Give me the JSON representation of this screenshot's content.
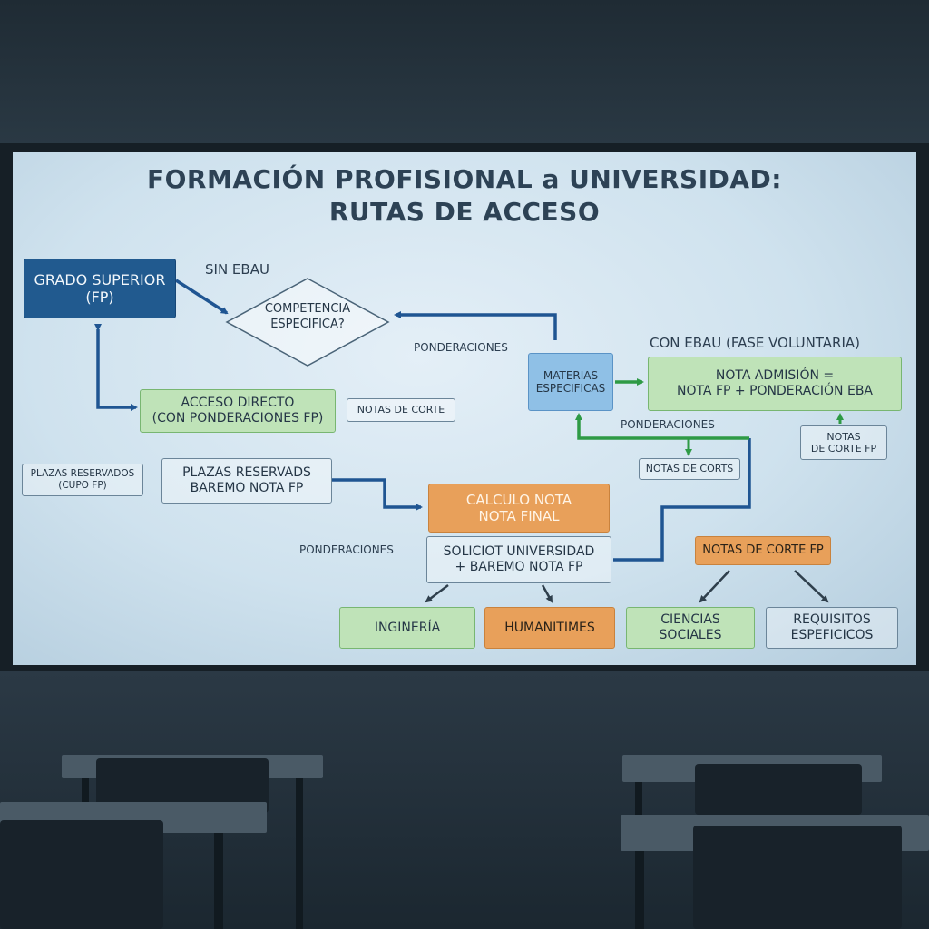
{
  "title": {
    "line1": "FORMACIÓN PROFISIONAL a UNIVERSIDAD:",
    "line2": "RUTAS DE ACCESO"
  },
  "nodes": {
    "grado_superior": [
      "GRADO SUPERIOR",
      "(FP)"
    ],
    "competencia": [
      "COMPETENCIA",
      "ESPECIFICA?"
    ],
    "acceso_directo": [
      "ACCESO DIRECTO",
      "(CON PONDERACIONES FP)"
    ],
    "notas_corte_1": "NOTAS DE CORTE",
    "materias": [
      "MATERIAS",
      "ESPECIFICAS"
    ],
    "nota_admision": [
      "NOTA ADMISIÓN =",
      "NOTA FP + PONDERACIÓN EBA"
    ],
    "notas_corte_2": [
      "NOTAS",
      "DE CORTE FP"
    ],
    "notas_corts": "NOTAS DE CORTS",
    "plazas_small": [
      "PLAZAS RESERVADOS",
      "(CUPO FP)"
    ],
    "plazas_big": [
      "PLAZAS RESERVADS",
      "BAREMO NOTA FP"
    ],
    "calculo": [
      "CALCULO NOTA",
      "NOTA FINAL"
    ],
    "solicitud": [
      "SOLICIOT UNIVERSIDAD",
      "+ BAREMO NOTA FP"
    ],
    "notas_corte_fp": "NOTAS DE CORTE FP",
    "ingenieria": "INGINERÍA",
    "humanidades": "HUMANITIMES",
    "ciencias": [
      "CIENCIAS",
      "SOCIALES"
    ],
    "requisitos": [
      "REQUISITOS",
      "ESPEFICICOS"
    ]
  },
  "labels": {
    "sin_ebau": "SIN EBAU",
    "con_ebau": "CON EBAU (FASE VOLUNTARIA)",
    "ponderaciones_1": "PONDERACIONES",
    "ponderaciones_2": "PONDERACIONES",
    "ponderaciones_3": "PONDERACIONES"
  },
  "colors": {
    "navy": "#215a8f",
    "navy_arrow": "#1f5592",
    "green_arrow": "#2e9a45",
    "dark_arrow": "#2f3f4c"
  }
}
